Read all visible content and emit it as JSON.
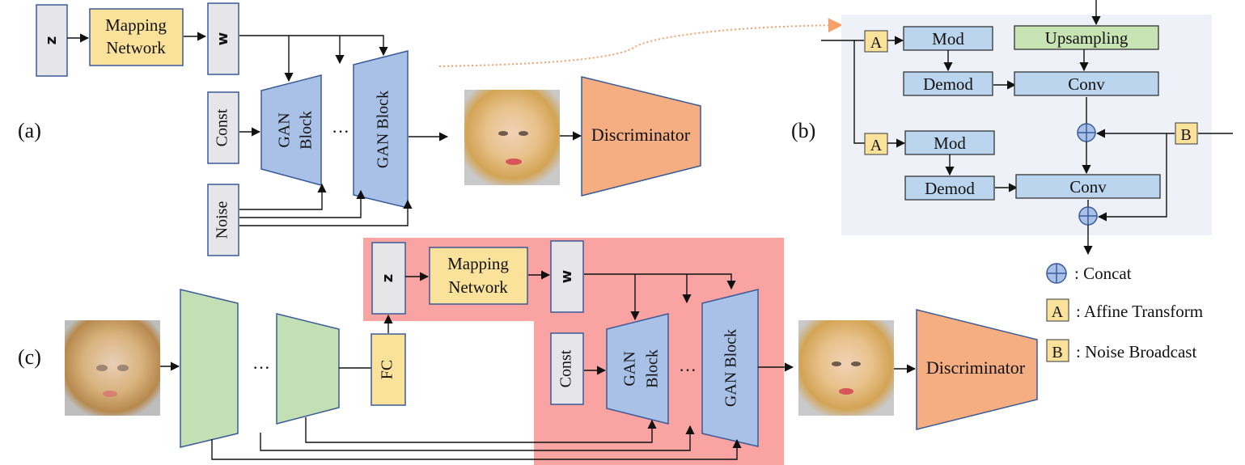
{
  "panels": {
    "a": {
      "label": "(a)"
    },
    "b": {
      "label": "(b)"
    },
    "c": {
      "label": "(c)"
    }
  },
  "nodes": {
    "z": "z",
    "w": "w",
    "mapping_line1": "Mapping",
    "mapping_line2": "Network",
    "const": "Const",
    "noise": "Noise",
    "gan_block_line1": "GAN",
    "gan_block_line2": "Block",
    "gan_block": "GAN Block",
    "ellipsis": "···",
    "discriminator": "Discriminator",
    "fc": "FC"
  },
  "block_detail": {
    "mod": "Mod",
    "demod": "Demod",
    "upsampling": "Upsampling",
    "conv": "Conv",
    "affine": "A",
    "noise_broadcast": "B"
  },
  "legend": [
    {
      "symbol": "concat-icon",
      "text": ": Concat"
    },
    {
      "symbol": "A",
      "text": ": Affine Transform"
    },
    {
      "symbol": "B",
      "text": ": Noise Broadcast"
    }
  ],
  "colors": {
    "highlight_region": "#f9a3a3",
    "block_panel_bg": "#eef2f8",
    "gan_block": "#a9c1e6",
    "discriminator": "#f4ae82",
    "encoder": "#c3e0b4",
    "mapping": "#fbe29a",
    "dotted_link": "#f4a16a"
  }
}
